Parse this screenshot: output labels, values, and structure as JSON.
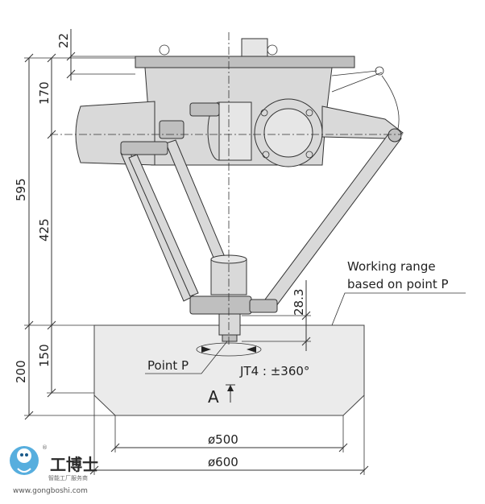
{
  "dimensions": {
    "d22": "22",
    "d170": "170",
    "d595": "595",
    "d425": "425",
    "d283": "28.3",
    "d150": "150",
    "d200": "200",
    "d500": "ø500",
    "d600": "ø600"
  },
  "labels": {
    "working_range_line1": "Working range",
    "working_range_line2": "based on point P",
    "point_p": "Point P",
    "jt4": "JT4 : ±360°",
    "view_a": "A"
  },
  "watermark": {
    "brand_cn": "工博士",
    "tagline_cn": "智能工厂服务商",
    "url": "www.gongboshi.com",
    "reg_mark": "®"
  },
  "colors": {
    "part_fill": "#d9d9d9",
    "range_fill": "#ebebeb",
    "line": "#333333",
    "watermark_blue": "#3aa0d8"
  }
}
